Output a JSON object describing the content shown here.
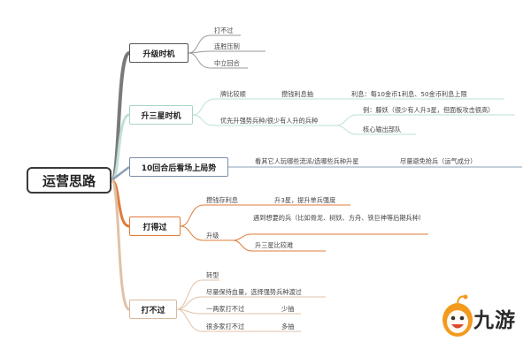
{
  "root": {
    "label": "运营思路"
  },
  "colors": {
    "branch1": "#7a7a7a",
    "branch2": "#bfe0d9",
    "branch3": "#8aa0b8",
    "branch4": "#e07b39",
    "branch5": "#e0c2a8",
    "logo_orange": "#f39a1e"
  },
  "branches": [
    {
      "label": "升级时机",
      "items": [
        "打不过",
        "连胜压制",
        "中立回合"
      ]
    },
    {
      "label": "升三星时机",
      "items": [
        "牌比较顺",
        "攒钱利息抽",
        "利息：每10金币1利息、50金币利息上限",
        "优先升强势兵种/很少有人升的兵种",
        "例：藤妖（很少有人升3星，但面板攻击很高）",
        "核心输出部队"
      ]
    },
    {
      "label": "10回合后看场上局势",
      "items": [
        "看其它人玩哪些流派/选哪些兵种升星",
        "尽量避免抢兵（运气成分）"
      ]
    },
    {
      "label": "打得过",
      "items": [
        "攒钱存利息",
        "升3星，提升单兵强度",
        "升级",
        "遇到想要的兵（比如骨龙、树妖、方舟、铁巨神等后期兵种）",
        "升三星比较难"
      ]
    },
    {
      "label": "打不过",
      "items": [
        "转型",
        "尽量保持血量，选择强势兵种渡过",
        "一两家打不过",
        "少抽",
        "很多家打不过",
        "多抽"
      ]
    }
  ],
  "logo": {
    "text": "九游",
    "icon": "orange-mascot-icon"
  }
}
